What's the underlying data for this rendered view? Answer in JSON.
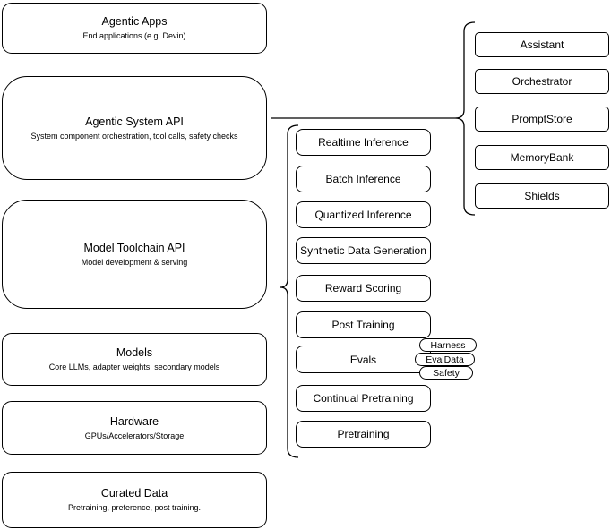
{
  "colors": {
    "stroke": "#000000",
    "background": "#ffffff",
    "text": "#000000"
  },
  "left_stack": [
    {
      "title": "Agentic Apps",
      "subtitle": "End applications (e.g. Devin)"
    },
    {
      "title": "Agentic System API",
      "subtitle": "System component orchestration, tool calls, safety checks"
    },
    {
      "title": "Model Toolchain API",
      "subtitle": "Model development & serving"
    },
    {
      "title": "Models",
      "subtitle": "Core LLMs, adapter weights, secondary models"
    },
    {
      "title": "Hardware",
      "subtitle": "GPUs/Accelerators/Storage"
    },
    {
      "title": "Curated Data",
      "subtitle": "Pretraining, preference, post training."
    }
  ],
  "toolchain_services": [
    "Realtime Inference",
    "Batch Inference",
    "Quantized Inference",
    "Synthetic Data Generation",
    "Reward Scoring",
    "Post Training",
    "Evals",
    "Continual Pretraining",
    "Pretraining"
  ],
  "eval_components": [
    "Harness",
    "EvalData",
    "Safety"
  ],
  "system_components": [
    "Assistant",
    "Orchestrator",
    "PromptStore",
    "MemoryBank",
    "Shields"
  ]
}
